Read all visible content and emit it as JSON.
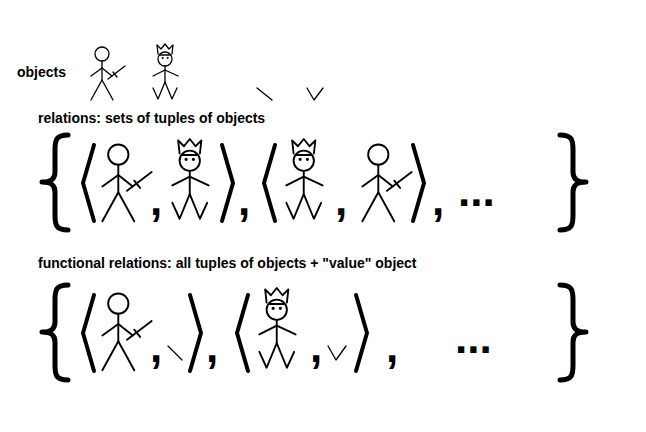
{
  "diagram": {
    "labels": [
      "objects",
      "relations: sets of tuples of objects",
      ",",
      ",",
      ",",
      ",",
      "...",
      "functional relations: all tuples of objects + \"value\" object",
      ",",
      ",",
      ",",
      ",",
      "..."
    ]
  }
}
